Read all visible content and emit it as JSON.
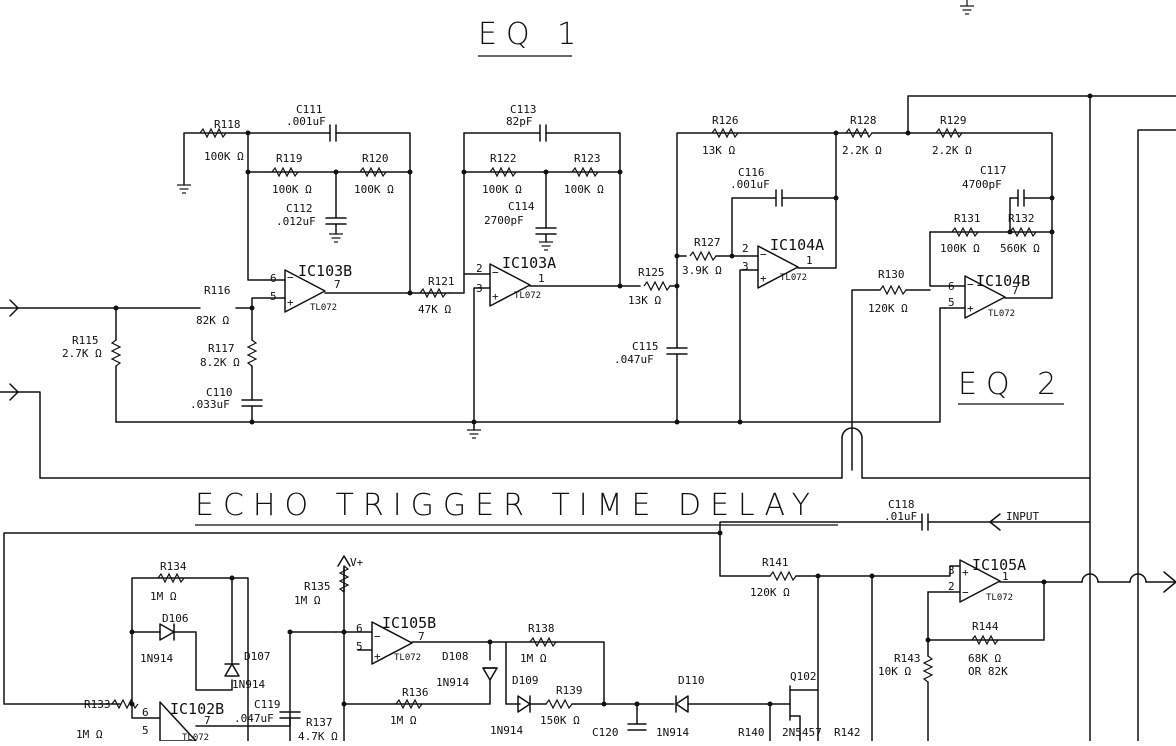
{
  "titles": {
    "eq1": "EQ 1",
    "eq2": "EQ 2",
    "echo": "ECHO TRIGGER TIME DELAY"
  },
  "components": {
    "R118": {
      "ref": "R118",
      "value": "100K Ω"
    },
    "C111": {
      "ref": "C111",
      "value": ".001uF"
    },
    "R119": {
      "ref": "R119",
      "value": "100K Ω"
    },
    "R120": {
      "ref": "R120",
      "value": "100K Ω"
    },
    "C112": {
      "ref": "C112",
      "value": ".012uF"
    },
    "IC103B": {
      "ref": "IC103B",
      "type": "TL072",
      "pin_inv": "6",
      "pin_noninv": "5",
      "pin_out": "7"
    },
    "R116": {
      "ref": "R116",
      "value": "82K Ω"
    },
    "R115": {
      "ref": "R115",
      "value": "2.7K Ω"
    },
    "R117": {
      "ref": "R117",
      "value": "8.2K Ω"
    },
    "C110": {
      "ref": "C110",
      "value": ".033uF"
    },
    "R121": {
      "ref": "R121",
      "value": "47K Ω"
    },
    "C113": {
      "ref": "C113",
      "value": "82pF"
    },
    "R122": {
      "ref": "R122",
      "value": "100K Ω"
    },
    "R123": {
      "ref": "R123",
      "value": "100K Ω"
    },
    "C114": {
      "ref": "C114",
      "value": "2700pF"
    },
    "IC103A": {
      "ref": "IC103A",
      "type": "TL072",
      "pin_inv": "2",
      "pin_noninv": "3",
      "pin_out": "1"
    },
    "R125": {
      "ref": "R125",
      "value": "13K Ω"
    },
    "C115": {
      "ref": "C115",
      "value": ".047uF"
    },
    "R126": {
      "ref": "R126",
      "value": "13K Ω"
    },
    "C116": {
      "ref": "C116",
      "value": ".001uF"
    },
    "R127": {
      "ref": "R127",
      "value": "3.9K Ω"
    },
    "IC104A": {
      "ref": "IC104A",
      "type": "TL072",
      "pin_inv": "2",
      "pin_noninv": "3",
      "pin_out": "1"
    },
    "R128": {
      "ref": "R128",
      "value": "2.2K Ω"
    },
    "R129": {
      "ref": "R129",
      "value": "2.2K Ω"
    },
    "C117": {
      "ref": "C117",
      "value": "4700pF"
    },
    "R131": {
      "ref": "R131",
      "value": "100K Ω"
    },
    "R132": {
      "ref": "R132",
      "value": "560K Ω"
    },
    "R130": {
      "ref": "R130",
      "value": "120K Ω"
    },
    "IC104B": {
      "ref": "IC104B",
      "type": "TL072",
      "pin_inv": "6",
      "pin_noninv": "5",
      "pin_out": "7"
    },
    "C118": {
      "ref": "C118",
      "value": ".01uF"
    },
    "R141": {
      "ref": "R141",
      "value": "120K Ω"
    },
    "IC105A": {
      "ref": "IC105A",
      "type": "TL072",
      "pin_inv": "2",
      "pin_noninv": "3",
      "pin_out": "1"
    },
    "R143": {
      "ref": "R143",
      "value": "10K Ω"
    },
    "R144": {
      "ref": "R144",
      "value": "68K Ω",
      "alt": "OR 82K"
    },
    "R134": {
      "ref": "R134",
      "value": "1M Ω"
    },
    "D106": {
      "ref": "D106",
      "type": "1N914"
    },
    "D107": {
      "ref": "D107",
      "type": "1N914"
    },
    "R135": {
      "ref": "R135",
      "value": "1M Ω"
    },
    "IC105B": {
      "ref": "IC105B",
      "type": "TL072",
      "pin_inv": "6",
      "pin_noninv": "5",
      "pin_out": "7"
    },
    "D108": {
      "ref": "D108",
      "type": "1N914"
    },
    "R136": {
      "ref": "R136",
      "value": "1M Ω"
    },
    "R138": {
      "ref": "R138",
      "value": "1M Ω"
    },
    "D109": {
      "ref": "D109",
      "type": "1N914"
    },
    "R139": {
      "ref": "R139",
      "value": "150K Ω"
    },
    "C120": {
      "ref": "C120"
    },
    "D110": {
      "ref": "D110",
      "type": "1N914"
    },
    "Q102": {
      "ref": "Q102",
      "type": "2N5457"
    },
    "R140": {
      "ref": "R140"
    },
    "R142": {
      "ref": "R142"
    },
    "R133": {
      "ref": "R133",
      "value": "1M Ω"
    },
    "IC102B": {
      "ref": "IC102B",
      "type": "TL072",
      "pin_inv": "6",
      "pin_noninv": "5",
      "pin_out": "7"
    },
    "C119": {
      "ref": "C119",
      "value": ".047uF"
    },
    "R137": {
      "ref": "R137",
      "value": "4.7K Ω"
    }
  },
  "labels": {
    "input": "INPUT",
    "vplus": "V+"
  }
}
